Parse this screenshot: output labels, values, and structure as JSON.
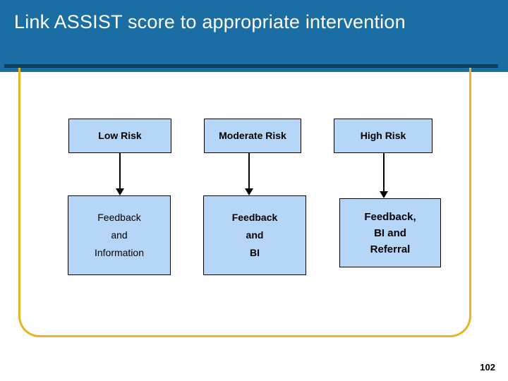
{
  "slide": {
    "title": "Link ASSIST score to appropriate intervention",
    "page_number": "102",
    "colors": {
      "banner": "#1b6ea3",
      "frame": "#e8b423",
      "box_fill": "#b6d6f7",
      "box_border": "#000000",
      "title_text": "#ffffff"
    }
  },
  "diagram": {
    "type": "flow",
    "columns": [
      {
        "risk_label": "Low Risk",
        "action_label": "Feedback\nand\nInformation"
      },
      {
        "risk_label": "Moderate Risk",
        "action_label": "Feedback\nand\nBI"
      },
      {
        "risk_label": "High Risk",
        "action_label": "Feedback,\nBI and\nReferral"
      }
    ]
  }
}
